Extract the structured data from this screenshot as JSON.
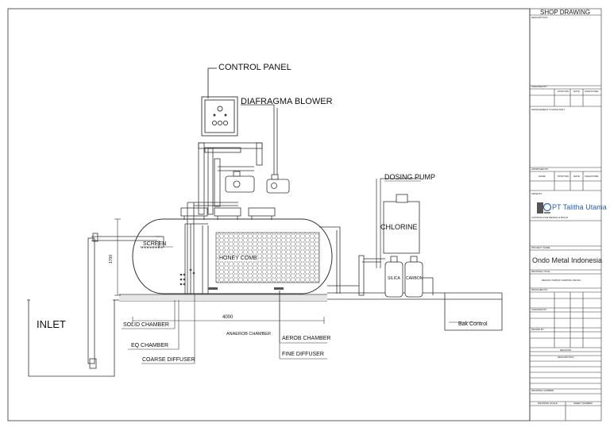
{
  "diagram": {
    "labels": {
      "control_panel": "CONTROL PANEL",
      "blower": "DIAFRAGMA BLOWER",
      "dosing_pump": "DOSING PUMP",
      "chlorine": "CHLORINE",
      "screen": "SCREEN",
      "honey_comb": "HONEY COMB",
      "silica": "SILICA",
      "carbon": "CARBON",
      "inlet": "INLET",
      "solid_chamber": "SOLID CHAMBER",
      "eq_chamber": "EQ CHAMBER",
      "coarse_diffuser": "COARSE DIFFUSER",
      "anaerob_chamber": "ANAEROB CHAMBER",
      "aerob_chamber": "AEROB CHAMBER",
      "fine_diffuser": "FINE DIFFUSER",
      "bak_control": "Bak Control",
      "dim_length": "4000",
      "dim_height": "1700"
    }
  },
  "title_block": {
    "header": "SHOP DRAWING",
    "description_label": "DESCRIPTION",
    "checked_label": "CHECKED BY :",
    "col_position": "POSITION",
    "col_date": "DATE",
    "col_signature": "SIGNATURE",
    "consultant_label": "MANAGEMENT CONSULTANT",
    "approved_label": "APPROVED BY",
    "col_name": "NAME",
    "made_by_label": "MADE BY",
    "company_name": "PT Talitha Utama",
    "company_sub": "CONTRACTOR DESIGN & BUILD",
    "project_label": "PROJECT NAME",
    "project_name": "Ondo Metal Indonesia",
    "drawing_title_label": "DRAWING TITLE",
    "drawing_title": "DESAIN TAMPAK SAMPING DETAIL",
    "designed_label": "DESIGNED BY",
    "checked2_label": "CHECKED BY",
    "drawn_label": "DRAWN BY",
    "revision_label": "REVISION",
    "description2": "DESCRIPTION",
    "drawing_number_label": "DRAWING NUMBER",
    "scale_label": "DRAWING SCALE",
    "sheet_label": "SHEET NUMBER"
  }
}
